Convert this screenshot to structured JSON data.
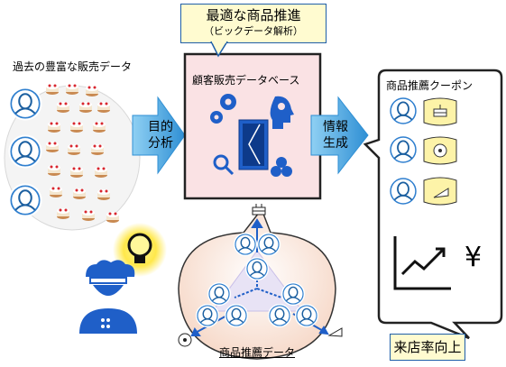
{
  "top_callout": {
    "title": "最適な商品推進",
    "subtitle": "（ビックデータ解析）"
  },
  "past_sales_label": "過去の豊富な販売データ",
  "arrow_left": {
    "line1": "目的",
    "line2": "分析"
  },
  "database_label": "顧客販売データベース",
  "arrow_right": {
    "line1": "情報",
    "line2": "生成"
  },
  "coupon_label": "商品推薦クーポン",
  "recommend_label": "商品推薦データ",
  "store_visit_label": "来店率向上",
  "yen_symbol": "¥",
  "colors": {
    "arrow": "#4aa3df",
    "db_box": "#fae2e4",
    "callout": "#fffbd0",
    "border": "#1f5fa8",
    "coupon_card": "#fdf3a8"
  }
}
